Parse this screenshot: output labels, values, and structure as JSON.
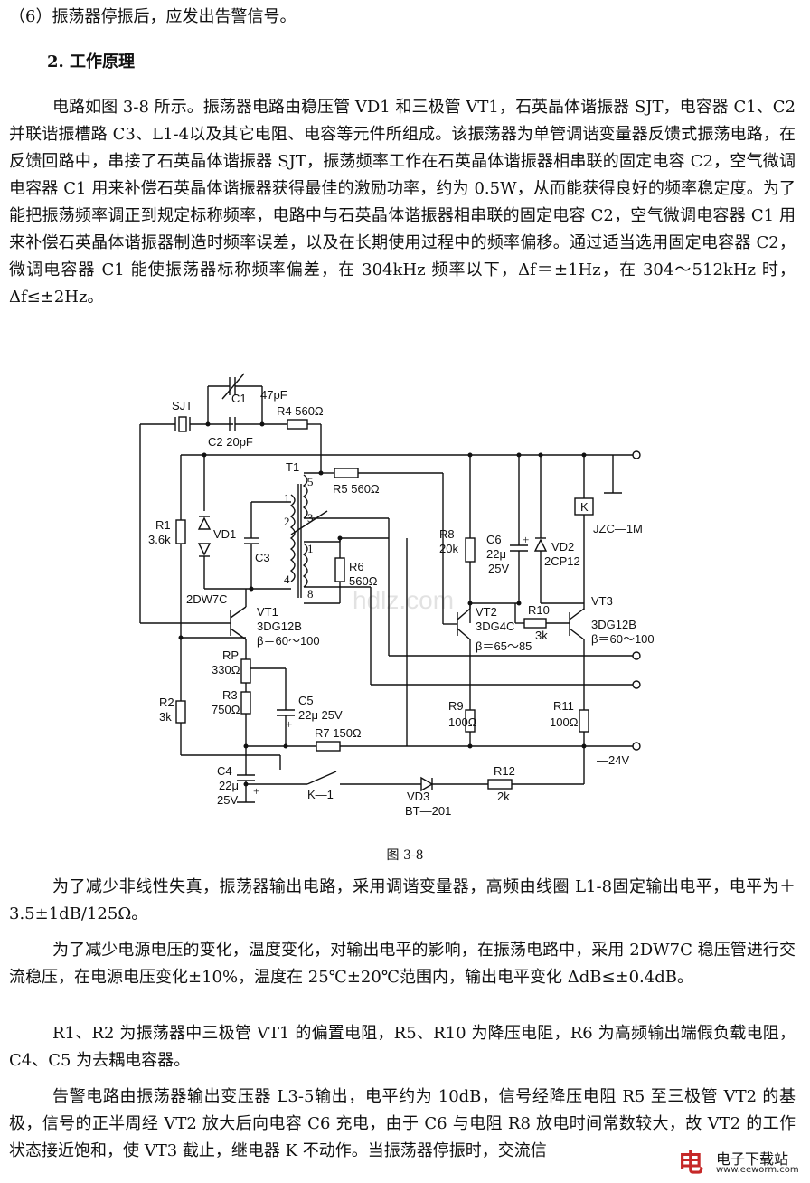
{
  "text": {
    "item6": "（6）振荡器停振后，应发出告警信号。",
    "heading": "2. 工作原理",
    "para1": "电路如图 3-8 所示。振荡器电路由稳压管 VD1 和三极管 VT1，石英晶体谐振器 SJT，电容器 C1、C2 并联谐振槽路 C3、L1-4以及其它电阻、电容等元件所组成。该振荡器为单管调谐变量器反馈式振荡电路，在反馈回路中，串接了石英晶体谐振器 SJT，振荡频率工作在石英晶体谐振器相串联的固定电容 C2，空气微调电容器 C1 用来补偿石英晶体谐振器获得最佳的激励功率，约为 0.5W，从而能获得良好的频率稳定度。为了能把振荡频率调正到规定标称频率，电路中与石英晶体谐振器相串联的固定电容 C2，空气微调电容器 C1 用来补偿石英晶体谐振器制造时频率误差，以及在长期使用过程中的频率偏移。通过适当选用固定电容器 C2，微调电容器 C1 能使振荡器标称频率偏差，在 304kHz 频率以下，Δf＝±1Hz，在 304～512kHz 时，Δf≤±2Hz。",
    "fig_caption": "图 3-8",
    "para2": "为了减少非线性失真，振荡器输出电路，采用调谐变量器，高频由线圈 L1-8固定输出电平，电平为＋3.5±1dB/125Ω。",
    "para3": "为了减少电源电压的变化，温度变化，对输出电平的影响，在振荡电路中，采用 2DW7C 稳压管进行交流稳压，在电源电压变化±10%，温度在 25℃±20℃范围内，输出电平变化 ΔdB≤±0.4dB。",
    "para4": "R1、R2 为振荡器中三极管 VT1 的偏置电阻，R5、R10 为降压电阻，R6 为高频输出端假负载电阻，C4、C5 为去耦电容器。",
    "para5": "告警电路由振荡器输出变压器 L3-5输出，电平约为 10dB，信号经降压电阻 R5 至三极管 VT2 的基极，信号的正半周经 VT2 放大后向电容 C6 充电，由于 C6 与电阻 R8 放电时间常数较大，故 VT2 的工作状态接近饱和，使 VT3 截止，继电器 K 不动作。当振荡器停振时，交流信"
  },
  "schematic": {
    "SJT": "SJT",
    "C1": "C1",
    "C1_val": "47pF",
    "R4": "R4 560Ω",
    "C2": "C2 20pF",
    "T1": "T1",
    "R5": "R5 560Ω",
    "R1": "R1",
    "R1_val": "3.6k",
    "VD1": "VD1",
    "C3": "C3",
    "VD1_type": "2DW7C",
    "VT1": "VT1",
    "VT1_type": "3DG12B",
    "VT1_beta": "β＝60～100",
    "R6": "R6",
    "R6_val": "560Ω",
    "R8": "R8",
    "R8_val": "20k",
    "C6": "C6",
    "C6_val": "22μ",
    "C6_v": "25V",
    "VD2": "VD2",
    "VD2_type": "2CP12",
    "K": "K",
    "relay": "JZC—1M",
    "VT2": "VT2",
    "VT2_type": "3DG4C",
    "VT2_beta": "β＝65～85",
    "R10": "R10",
    "R10_val": "3k",
    "VT3": "VT3",
    "VT3_type": "3DG12B",
    "VT3_beta": "β＝60～100",
    "RP": "RP",
    "RP_val": "330Ω",
    "R3": "R3",
    "R3_val": "750Ω",
    "R2": "R2",
    "R2_val": "3k",
    "C5": "C5",
    "C5_val": "22μ 25V",
    "R9": "R9",
    "R9_val": "100Ω",
    "R11": "R11",
    "R11_val": "100Ω",
    "R7": "R7 150Ω",
    "neg24": "—24V",
    "C4": "C4",
    "C4_val": "22μ",
    "C4_v": "25V",
    "K1": "K—1",
    "VD3": "VD3",
    "VD3_type": "BT—201",
    "R12": "R12",
    "R12_val": "2k",
    "pin1": "1",
    "pin2": "2",
    "pin3": "3",
    "pin4": "4",
    "pin5": "5",
    "pin8": "8",
    "plus": "+"
  },
  "logo": {
    "mark": "电",
    "name": "电子下载站",
    "url": "www.eeworm.com"
  },
  "watermark": "hdlz.com"
}
